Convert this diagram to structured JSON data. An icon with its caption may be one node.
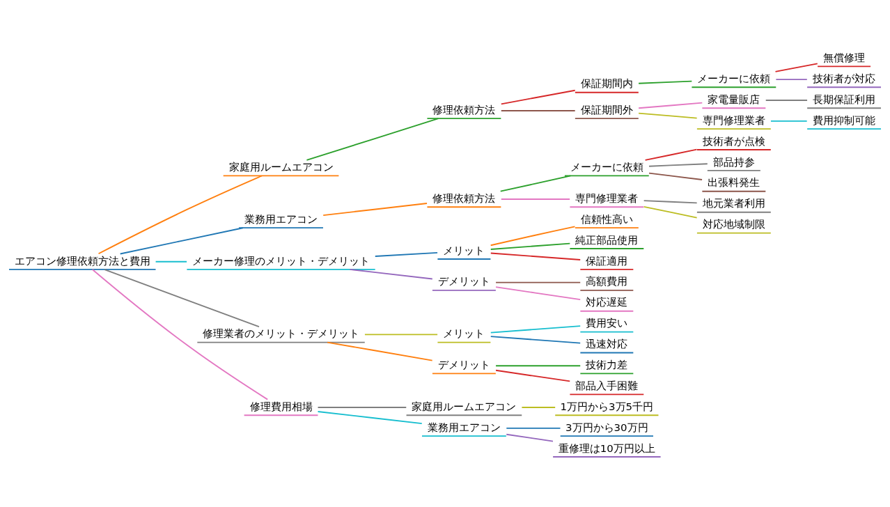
{
  "diagram": {
    "nodes": [
      {
        "text": [
          "エアコン修理依頼方法と費用"
        ]
      },
      {
        "text": [
          "家庭用ルームエアコン"
        ]
      },
      {
        "text": [
          "修理依頼方法"
        ]
      },
      {
        "text": [
          "保証期間内"
        ]
      },
      {
        "text": [
          "メーカーに依頼"
        ]
      },
      {
        "text": [
          "無償修理"
        ]
      },
      {
        "text": [
          "技術者が対応"
        ]
      },
      {
        "text": [
          "保証期間外"
        ]
      },
      {
        "text": [
          "家電量販店"
        ]
      },
      {
        "text": [
          "長期保証利用"
        ]
      },
      {
        "text": [
          "専門修理業者"
        ]
      },
      {
        "text": [
          "費用抑制可能"
        ]
      },
      {
        "text": [
          "業務用エアコン"
        ]
      },
      {
        "text": [
          "修理依頼方法"
        ]
      },
      {
        "text": [
          "メーカーに依頼"
        ]
      },
      {
        "text": [
          "技術者が点検"
        ]
      },
      {
        "text": [
          "部品持参"
        ]
      },
      {
        "text": [
          "出張料発生"
        ]
      },
      {
        "text": [
          "専門修理業者"
        ]
      },
      {
        "text": [
          "地元業者利用"
        ]
      },
      {
        "text": [
          "対応地域制限"
        ]
      },
      {
        "text": [
          "メーカー修理のメリット・デメリット"
        ]
      },
      {
        "text": [
          "メリット"
        ]
      },
      {
        "text": [
          "信頼性高い"
        ]
      },
      {
        "text": [
          "純正部品使用"
        ]
      },
      {
        "text": [
          "保証適用"
        ]
      },
      {
        "text": [
          "デメリット"
        ]
      },
      {
        "text": [
          "高額費用"
        ]
      },
      {
        "text": [
          "対応遅延"
        ]
      },
      {
        "text": [
          "修理業者のメリット・デメリット"
        ]
      },
      {
        "text": [
          "メリット"
        ]
      },
      {
        "text": [
          "費用安い"
        ]
      },
      {
        "text": [
          "迅速対応"
        ]
      },
      {
        "text": [
          "デメリット"
        ]
      },
      {
        "text": [
          "技術力差"
        ]
      },
      {
        "text": [
          "部品入手困難"
        ]
      },
      {
        "text": [
          "修理費用相場"
        ]
      },
      {
        "text": [
          "家庭用ルームエアコン"
        ]
      },
      {
        "text": [
          "1万円から3万5千円"
        ]
      },
      {
        "text": [
          "業務用エアコン"
        ]
      },
      {
        "text": [
          "3万円から30万円"
        ]
      },
      {
        "text": [
          "重修理は10万円以上"
        ]
      }
    ],
    "edges": [
      {
        "from": 0,
        "to": 1,
        "arrow": "none",
        "color": "#ff7f0e"
      },
      {
        "from": 1,
        "to": 2,
        "arrow": "none",
        "color": "#2ca02c"
      },
      {
        "from": 2,
        "to": 3,
        "arrow": "none",
        "color": "#d62728"
      },
      {
        "from": 3,
        "to": 4,
        "arrow": "none",
        "color": "#2ca02c"
      },
      {
        "from": 4,
        "to": 5,
        "arrow": "none",
        "color": "#d62728"
      },
      {
        "from": 4,
        "to": 6,
        "arrow": "none",
        "color": "#9467bd"
      },
      {
        "from": 2,
        "to": 7,
        "arrow": "none",
        "color": "#8c564b"
      },
      {
        "from": 7,
        "to": 8,
        "arrow": "none",
        "color": "#e377c2"
      },
      {
        "from": 8,
        "to": 9,
        "arrow": "none",
        "color": "#7f7f7f"
      },
      {
        "from": 7,
        "to": 10,
        "arrow": "none",
        "color": "#bcbd22"
      },
      {
        "from": 10,
        "to": 11,
        "arrow": "none",
        "color": "#17becf"
      },
      {
        "from": 0,
        "to": 12,
        "arrow": "none",
        "color": "#1f77b4"
      },
      {
        "from": 12,
        "to": 13,
        "arrow": "none",
        "color": "#ff7f0e"
      },
      {
        "from": 13,
        "to": 14,
        "arrow": "none",
        "color": "#2ca02c"
      },
      {
        "from": 14,
        "to": 15,
        "arrow": "none",
        "color": "#d62728"
      },
      {
        "from": 14,
        "to": 16,
        "arrow": "none",
        "color": "#7f7f7f"
      },
      {
        "from": 14,
        "to": 17,
        "arrow": "none",
        "color": "#8c564b"
      },
      {
        "from": 13,
        "to": 18,
        "arrow": "none",
        "color": "#e377c2"
      },
      {
        "from": 18,
        "to": 19,
        "arrow": "none",
        "color": "#7f7f7f"
      },
      {
        "from": 18,
        "to": 20,
        "arrow": "none",
        "color": "#bcbd22"
      },
      {
        "from": 0,
        "to": 21,
        "arrow": "none",
        "color": "#17becf"
      },
      {
        "from": 21,
        "to": 22,
        "arrow": "none",
        "color": "#1f77b4"
      },
      {
        "from": 22,
        "to": 23,
        "arrow": "none",
        "color": "#ff7f0e"
      },
      {
        "from": 22,
        "to": 24,
        "arrow": "none",
        "color": "#2ca02c"
      },
      {
        "from": 22,
        "to": 25,
        "arrow": "none",
        "color": "#d62728"
      },
      {
        "from": 21,
        "to": 26,
        "arrow": "none",
        "color": "#9467bd"
      },
      {
        "from": 26,
        "to": 27,
        "arrow": "none",
        "color": "#8c564b"
      },
      {
        "from": 26,
        "to": 28,
        "arrow": "none",
        "color": "#e377c2"
      },
      {
        "from": 0,
        "to": 29,
        "arrow": "none",
        "color": "#7f7f7f"
      },
      {
        "from": 29,
        "to": 30,
        "arrow": "none",
        "color": "#bcbd22"
      },
      {
        "from": 30,
        "to": 31,
        "arrow": "none",
        "color": "#17becf"
      },
      {
        "from": 30,
        "to": 32,
        "arrow": "none",
        "color": "#1f77b4"
      },
      {
        "from": 29,
        "to": 33,
        "arrow": "none",
        "color": "#ff7f0e"
      },
      {
        "from": 33,
        "to": 34,
        "arrow": "none",
        "color": "#2ca02c"
      },
      {
        "from": 33,
        "to": 35,
        "arrow": "none",
        "color": "#d62728"
      },
      {
        "from": 0,
        "to": 36,
        "arrow": "none",
        "color": "#e377c2"
      },
      {
        "from": 36,
        "to": 37,
        "arrow": "none",
        "color": "#7f7f7f"
      },
      {
        "from": 37,
        "to": 38,
        "arrow": "none",
        "color": "#bcbd22"
      },
      {
        "from": 36,
        "to": 39,
        "arrow": "none",
        "color": "#17becf"
      },
      {
        "from": 39,
        "to": 40,
        "arrow": "none",
        "color": "#1f77b4"
      },
      {
        "from": 39,
        "to": 41,
        "arrow": "none",
        "color": "#9467bd"
      }
    ]
  }
}
